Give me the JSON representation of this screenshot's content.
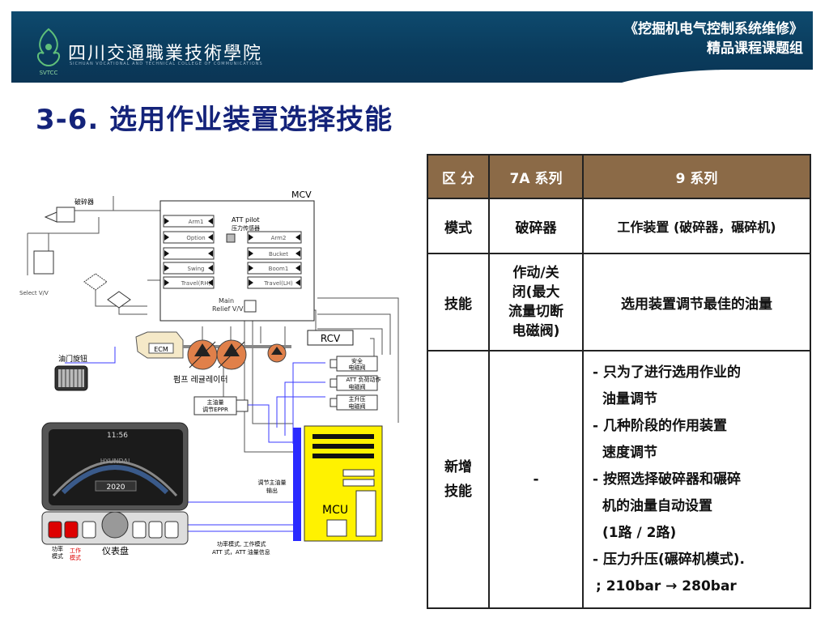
{
  "header": {
    "school_name": "四川交通職業技術學院",
    "school_english": "SICHUAN VOCATIONAL AND TECHNICAL COLLEGE OF COMMUNICATIONS",
    "logo_text": "SVTCC",
    "course_line1": "《挖掘机电气控制系统维修》",
    "course_line2": "精品课程课题组"
  },
  "title": "3-6. 选用作业装置选择技能",
  "diagram": {
    "breaker": "破碎器",
    "select_vv": "Select V/V",
    "mcv": "MCV",
    "att_pilot_1": "ATT pilot",
    "att_pilot_2": "压力传感器",
    "spools_left": [
      "Arm1",
      "Option",
      "",
      "Swing",
      "Travel(RH)"
    ],
    "spools_right": [
      "Arm2",
      "Bucket",
      "Boom1",
      "Travel(LH)"
    ],
    "main_relief_1": "Main",
    "main_relief_2": "Relief V/V",
    "ecm": "ECM",
    "rcv": "RCV",
    "pump_regulator": "펌프 레귤레이터",
    "throttle": "油门旋钮",
    "epr_1": "主油量",
    "epr_2": "调节EPPR",
    "solenoids": [
      [
        "安全",
        "电磁阀"
      ],
      [
        "ATT 负荷动作",
        "电磁阀"
      ],
      [
        "主升压",
        "电磁阀"
      ]
    ],
    "mcu": "MCU",
    "flow_out_1": "调节主油量",
    "flow_out_2": "输出",
    "cluster_time": "11:56",
    "cluster_brand": "HYUNDAI",
    "cluster_year": "2020",
    "power_mode_1": "功率",
    "power_mode_2": "模式",
    "work_mode_1": "工作",
    "work_mode_2": "模式",
    "cluster_label": "仪表盘",
    "signal_1": "功率模式, 工作模式",
    "signal_2": "ATT 式，ATT 油量信息"
  },
  "table": {
    "headers": [
      "区 分",
      "7A 系列",
      "9 系列"
    ],
    "rows": [
      {
        "label": "模式",
        "col7a": [
          "破碎器"
        ],
        "col9": [
          "工作装置 (破碎器，碾碎机)"
        ]
      },
      {
        "label": "技能",
        "col7a": [
          "作动/关",
          "闭(最大",
          "流量切断",
          "电磁阀)"
        ],
        "col9": [
          "选用装置调节最佳的油量"
        ]
      },
      {
        "label_lines": [
          "新增",
          "技能"
        ],
        "col7a": [
          "-"
        ],
        "col9": [
          "- 只为了进行选用作业的",
          "  油量调节",
          "- 几种阶段的作用装置",
          "  速度调节",
          "- 按照选择破碎器和碾碎",
          "  机的油量自动设置",
          "  (1路 / 2路)",
          "- 压力升压(碾碎机模式).",
          " ; 210bar → 280bar"
        ]
      }
    ]
  },
  "colors": {
    "header_bg": "#0b3b5c",
    "title": "#14237a",
    "table_header": "#8b6a47",
    "mcu": "#fff200",
    "bus": "#1a1aff"
  }
}
